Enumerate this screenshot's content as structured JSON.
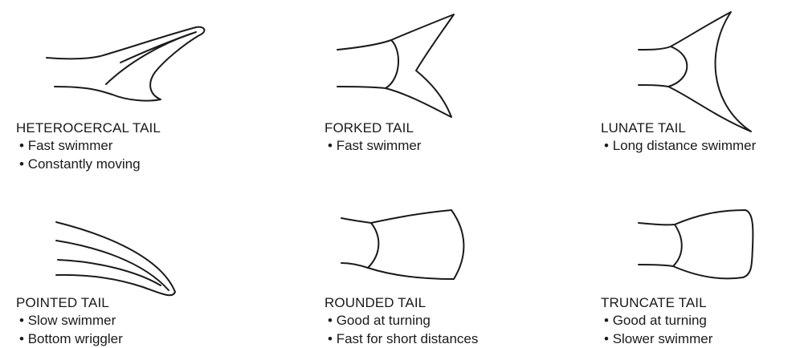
{
  "tails": [
    {
      "name": "HETEROCERCAL TAIL",
      "traits": [
        "Fast swimmer",
        "Constantly moving"
      ],
      "icon": "heterocercal-tail-icon"
    },
    {
      "name": "FORKED TAIL",
      "traits": [
        "Fast swimmer"
      ],
      "icon": "forked-tail-icon"
    },
    {
      "name": "LUNATE TAIL",
      "traits": [
        "Long distance swimmer"
      ],
      "icon": "lunate-tail-icon"
    },
    {
      "name": "POINTED TAIL",
      "traits": [
        "Slow swimmer",
        "Bottom wriggler"
      ],
      "icon": "pointed-tail-icon"
    },
    {
      "name": "ROUNDED TAIL",
      "traits": [
        "Good at turning",
        "Fast for short distances"
      ],
      "icon": "rounded-tail-icon"
    },
    {
      "name": "TRUNCATE TAIL",
      "traits": [
        "Good at turning",
        "Slower swimmer"
      ],
      "icon": "truncate-tail-icon"
    }
  ],
  "colors": {
    "line": "#1a1a1a",
    "background": "#ffffff"
  }
}
